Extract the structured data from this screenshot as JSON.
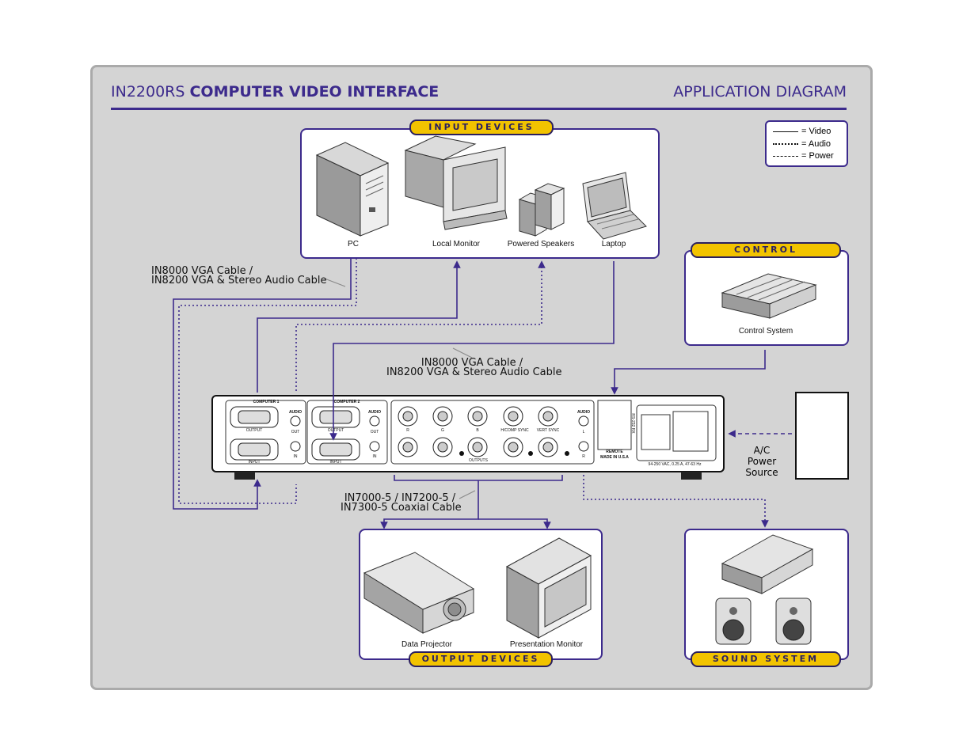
{
  "header": {
    "model": "IN2200RS",
    "product": "COMPUTER VIDEO INTERFACE",
    "title_right": "APPLICATION DIAGRAM"
  },
  "legend": {
    "video": "= Video",
    "audio": "= Audio",
    "power": "= Power"
  },
  "sections": {
    "input": "INPUT DEVICES",
    "control": "CONTROL",
    "output": "OUTPUT DEVICES",
    "sound": "SOUND SYSTEM"
  },
  "devices": {
    "pc": "PC",
    "local_monitor": "Local Monitor",
    "powered_speakers": "Powered Speakers",
    "laptop": "Laptop",
    "control_system": "Control System",
    "data_projector": "Data Projector",
    "presentation_monitor": "Presentation Monitor"
  },
  "cables": {
    "vga_left_1": "IN8000 VGA Cable /",
    "vga_left_2": "IN8200 VGA & Stereo Audio Cable",
    "vga_center_1": "IN8000 VGA Cable /",
    "vga_center_2": "IN8200 VGA & Stereo Audio Cable",
    "coax_1": "IN7000-5 / IN7200-5 /",
    "coax_2": "IN7300-5 Coaxial Cable"
  },
  "power_source": [
    "A/C",
    "Power",
    "Source"
  ],
  "unit_labels": {
    "computer1": "COMPUTER 1",
    "computer2": "COMPUTER 2",
    "output": "OUTPUT",
    "input": "INPUT",
    "audio": "AUDIO",
    "out": "OUT",
    "in": "IN",
    "r": "R",
    "g": "G",
    "b": "B",
    "hcomp_sync": "H/COMP SYNC",
    "vert_sync": "VERT SYNC",
    "outputs": "OUTPUTS",
    "l": "L",
    "remote": "REMOTE",
    "made_in": "MADE IN U.S.A",
    "rs232": "RS-232 RX",
    "voltage": "94-250 VAC, 0.25 A, 47-63 Hz"
  },
  "colors": {
    "line": "#3c2a8c",
    "accent": "#f2c300",
    "frame_bg": "#d4d4d4"
  }
}
